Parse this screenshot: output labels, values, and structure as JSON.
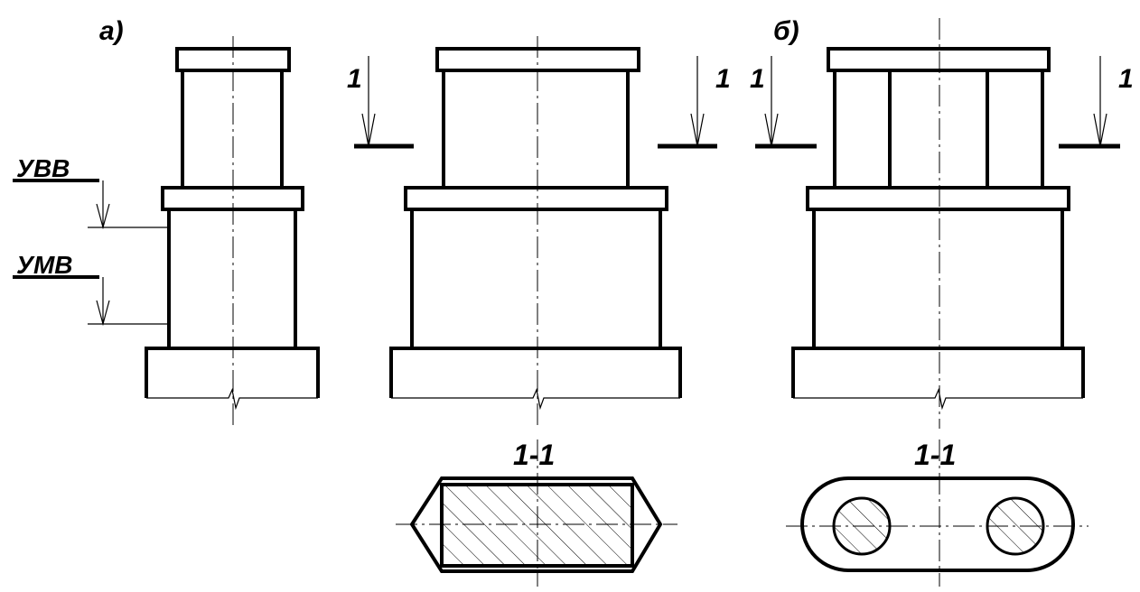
{
  "labels": {
    "variant_a": "а)",
    "variant_b": "б)",
    "section_mark": "1",
    "section_title": "1-1",
    "high_water_level": "УВВ",
    "low_water_level": "УМВ"
  },
  "colors": {
    "line": "#000000",
    "background": "#ffffff"
  }
}
